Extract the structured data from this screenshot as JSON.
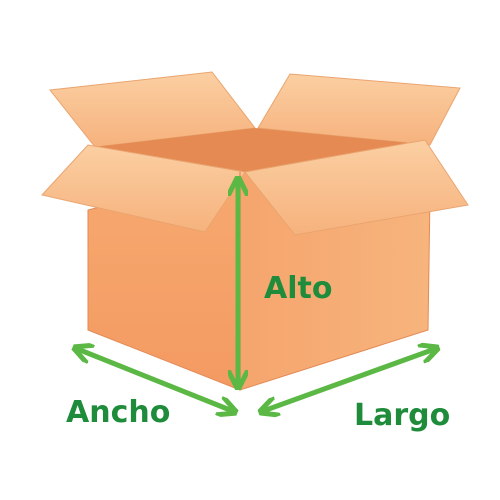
{
  "labels": {
    "height": "Alto",
    "width": "Ancho",
    "length": "Largo"
  },
  "colors": {
    "box_front": "#f4a26c",
    "box_side": "#f6ab74",
    "box_flap_light": "#f8bf8c",
    "box_flap_inner": "#e8925c",
    "box_edge": "#e38a55",
    "arrow": "#5bb845",
    "label": "#1e8c3a"
  }
}
